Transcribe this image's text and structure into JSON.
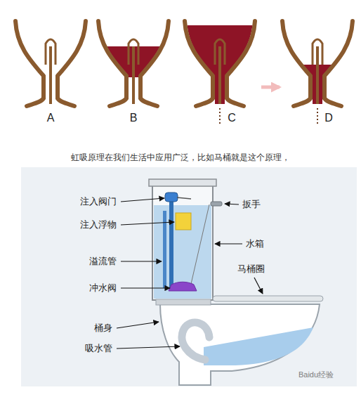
{
  "diagram": {
    "caption": "虹吸原理在我们生活中应用广泛，比如马桶就是这个原理，",
    "labels": [
      "A",
      "B",
      "C",
      "D",
      "注入阀门",
      "扳手",
      "注入浮物",
      "水箱",
      "溢流管",
      "马桶圈",
      "冲水阀",
      "桶身",
      "吸水管",
      "Baidu经验"
    ]
  }
}
